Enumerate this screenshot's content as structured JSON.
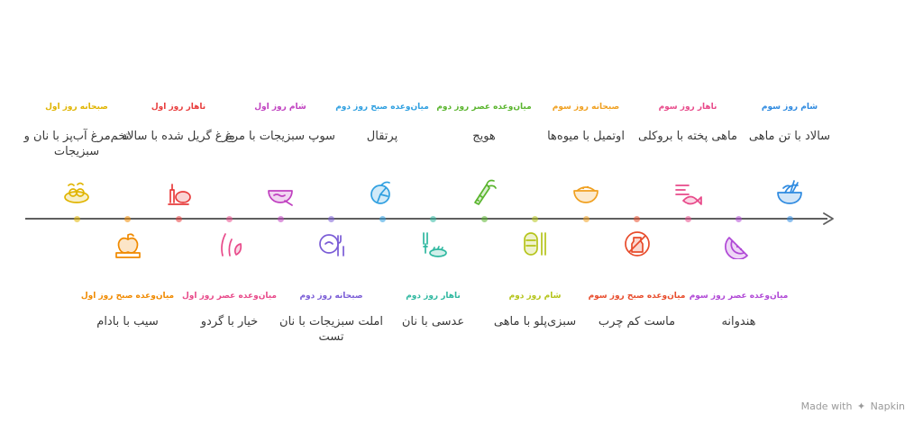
{
  "brand": {
    "text": "Made with",
    "name": "Napkin"
  },
  "events": [
    {
      "label": "صبحانه روز اول",
      "desc": "تخم‌مرغ آب‌پز با نان و سبزیجات",
      "color": "#e0b400",
      "icon": "egg-dish-icon"
    },
    {
      "label": "میان‌وعده صبح روز اول",
      "desc": "سیب با بادام",
      "color": "#f08a00",
      "icon": "apple-icon"
    },
    {
      "label": "ناهار روز اول",
      "desc": "مرغ گریل شده با سالاد",
      "color": "#e83c3c",
      "icon": "grilled-chicken-icon"
    },
    {
      "label": "میان‌وعده عصر روز اول",
      "desc": "خیار با گردو",
      "color": "#e84a8a",
      "icon": "cucumber-walnut-icon"
    },
    {
      "label": "شام روز اول",
      "desc": "سوپ سبزیجات با مرغ",
      "color": "#c040c0",
      "icon": "soup-icon"
    },
    {
      "label": "صبحانه روز دوم",
      "desc": "املت سبزیجات با نان تست",
      "color": "#7a5cd6",
      "icon": "omelette-icon"
    },
    {
      "label": "میان‌وعده صبح روز دوم",
      "desc": "پرتقال",
      "color": "#2e9fe0",
      "icon": "orange-icon"
    },
    {
      "label": "ناهار روز دوم",
      "desc": "عدسی با نان",
      "color": "#2fb8a0",
      "icon": "lentil-bread-icon"
    },
    {
      "label": "میان‌وعده عصر روز دوم",
      "desc": "هویج",
      "color": "#5ab52e",
      "icon": "carrot-icon"
    },
    {
      "label": "شام روز دوم",
      "desc": "سبزی‌پلو با ماهی",
      "color": "#b5c41a",
      "icon": "herb-rice-fish-icon"
    },
    {
      "label": "صبحانه روز سوم",
      "desc": "اوتمیل با میوه‌ها",
      "color": "#f0a020",
      "icon": "oatmeal-icon"
    },
    {
      "label": "میان‌وعده صبح روز سوم",
      "desc": "ماست کم چرب",
      "color": "#e84c2c",
      "icon": "low-fat-yogurt-icon"
    },
    {
      "label": "ناهار روز سوم",
      "desc": "ماهی پخته با بروکلی",
      "color": "#e84a8a",
      "icon": "baked-fish-icon"
    },
    {
      "label": "میان‌وعده عصر روز سوم",
      "desc": "هندوانه",
      "color": "#b048d6",
      "icon": "watermelon-icon"
    },
    {
      "label": "شام روز سوم",
      "desc": "سالاد با تن ماهی",
      "color": "#2e8ae0",
      "icon": "tuna-salad-icon"
    }
  ]
}
